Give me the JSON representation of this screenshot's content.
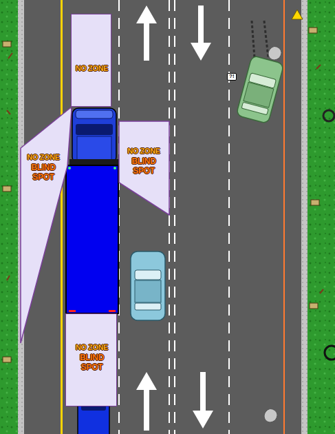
{
  "diagram": {
    "nodes": [
      {
        "text": [
          "NO ZONE"
        ]
      },
      {
        "text": [
          "NO ZONE",
          "BLIND SPOT"
        ]
      },
      {
        "text": [
          "NO ZONE",
          "BLIND SPOT"
        ]
      },
      {
        "text": [
          "NO ZONE",
          "BLIND SPOT"
        ]
      }
    ],
    "labels": [
      "?!"
    ]
  }
}
